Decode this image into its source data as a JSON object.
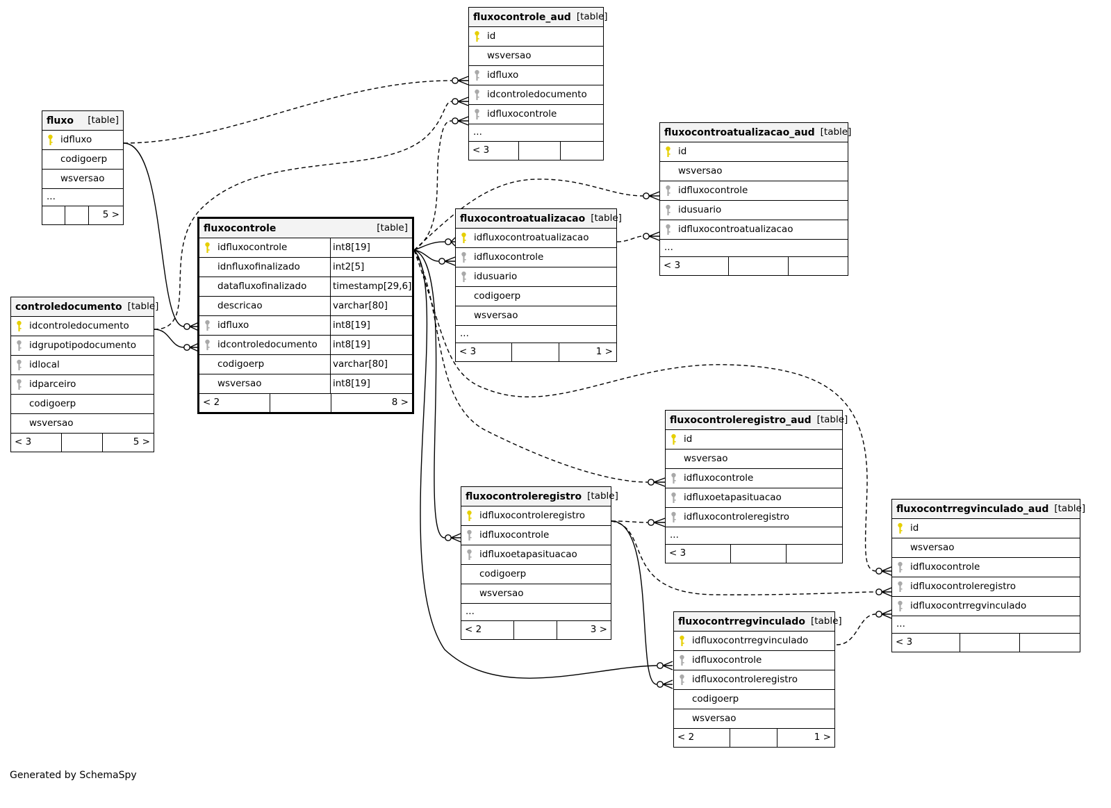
{
  "credit": "Generated by SchemaSpy",
  "icons": {
    "primary_key": "key-icon",
    "foreign_key": "key-icon"
  },
  "colors": {
    "primary_key": "#e6cf00",
    "foreign_key": "#a9a9a9",
    "header_bg": "#f3f3f3"
  },
  "tables": {
    "fluxocontrole_aud": {
      "name": "fluxocontrole_aud",
      "type": "[table]",
      "columns": [
        {
          "name": "id",
          "key": "pk"
        },
        {
          "name": "wsversao",
          "key": ""
        },
        {
          "name": "idfluxo",
          "key": "fk"
        },
        {
          "name": "idcontroledocumento",
          "key": "fk"
        },
        {
          "name": "idfluxocontrole",
          "key": "fk"
        }
      ],
      "more": "...",
      "footer": {
        "left": "< 3",
        "right": ""
      }
    },
    "fluxo": {
      "name": "fluxo",
      "type": "[table]",
      "columns": [
        {
          "name": "idfluxo",
          "key": "pk"
        },
        {
          "name": "codigoerp",
          "key": ""
        },
        {
          "name": "wsversao",
          "key": ""
        }
      ],
      "more": "...",
      "footer": {
        "left": "",
        "right": "5 >"
      }
    },
    "fluxocontroatualizacao_aud": {
      "name": "fluxocontroatualizacao_aud",
      "type": "[table]",
      "columns": [
        {
          "name": "id",
          "key": "pk"
        },
        {
          "name": "wsversao",
          "key": ""
        },
        {
          "name": "idfluxocontrole",
          "key": "fk"
        },
        {
          "name": "idusuario",
          "key": "fk"
        },
        {
          "name": "idfluxocontroatualizacao",
          "key": "fk"
        }
      ],
      "more": "...",
      "footer": {
        "left": "< 3",
        "right": ""
      }
    },
    "fluxocontrole": {
      "name": "fluxocontrole",
      "type": "[table]",
      "columns": [
        {
          "name": "idfluxocontrole",
          "key": "pk",
          "type": "int8[19]"
        },
        {
          "name": "idnfluxofinalizado",
          "key": "",
          "type": "int2[5]"
        },
        {
          "name": "datafluxofinalizado",
          "key": "",
          "type": "timestamp[29,6]"
        },
        {
          "name": "descricao",
          "key": "",
          "type": "varchar[80]"
        },
        {
          "name": "idfluxo",
          "key": "fk",
          "type": "int8[19]"
        },
        {
          "name": "idcontroledocumento",
          "key": "fk",
          "type": "int8[19]"
        },
        {
          "name": "codigoerp",
          "key": "",
          "type": "varchar[80]"
        },
        {
          "name": "wsversao",
          "key": "",
          "type": "int8[19]"
        }
      ],
      "footer": {
        "left": "< 2",
        "right": "8 >"
      }
    },
    "fluxocontroatualizacao": {
      "name": "fluxocontroatualizacao",
      "type": "[table]",
      "columns": [
        {
          "name": "idfluxocontroatualizacao",
          "key": "pk"
        },
        {
          "name": "idfluxocontrole",
          "key": "fk"
        },
        {
          "name": "idusuario",
          "key": "fk"
        },
        {
          "name": "codigoerp",
          "key": ""
        },
        {
          "name": "wsversao",
          "key": ""
        }
      ],
      "more": "...",
      "footer": {
        "left": "< 3",
        "right": "1 >"
      }
    },
    "controledocumento": {
      "name": "controledocumento",
      "type": "[table]",
      "columns": [
        {
          "name": "idcontroledocumento",
          "key": "pk"
        },
        {
          "name": "idgrupotipodocumento",
          "key": "fk"
        },
        {
          "name": "idlocal",
          "key": "fk"
        },
        {
          "name": "idparceiro",
          "key": "fk"
        },
        {
          "name": "codigoerp",
          "key": ""
        },
        {
          "name": "wsversao",
          "key": ""
        }
      ],
      "footer": {
        "left": "< 3",
        "right": "5 >"
      }
    },
    "fluxocontroleregistro_aud": {
      "name": "fluxocontroleregistro_aud",
      "type": "[table]",
      "columns": [
        {
          "name": "id",
          "key": "pk"
        },
        {
          "name": "wsversao",
          "key": ""
        },
        {
          "name": "idfluxocontrole",
          "key": "fk"
        },
        {
          "name": "idfluxoetapasituacao",
          "key": "fk"
        },
        {
          "name": "idfluxocontroleregistro",
          "key": "fk"
        }
      ],
      "more": "...",
      "footer": {
        "left": "< 3",
        "right": ""
      }
    },
    "fluxocontroleregistro": {
      "name": "fluxocontroleregistro",
      "type": "[table]",
      "columns": [
        {
          "name": "idfluxocontroleregistro",
          "key": "pk"
        },
        {
          "name": "idfluxocontrole",
          "key": "fk"
        },
        {
          "name": "idfluxoetapasituacao",
          "key": "fk"
        },
        {
          "name": "codigoerp",
          "key": ""
        },
        {
          "name": "wsversao",
          "key": ""
        }
      ],
      "more": "...",
      "footer": {
        "left": "< 2",
        "right": "3 >"
      }
    },
    "fluxocontrregvinculado_aud": {
      "name": "fluxocontrregvinculado_aud",
      "type": "[table]",
      "columns": [
        {
          "name": "id",
          "key": "pk"
        },
        {
          "name": "wsversao",
          "key": ""
        },
        {
          "name": "idfluxocontrole",
          "key": "fk"
        },
        {
          "name": "idfluxocontroleregistro",
          "key": "fk"
        },
        {
          "name": "idfluxocontrregvinculado",
          "key": "fk"
        }
      ],
      "more": "...",
      "footer": {
        "left": "< 3",
        "right": ""
      }
    },
    "fluxocontrregvinculado": {
      "name": "fluxocontrregvinculado",
      "type": "[table]",
      "columns": [
        {
          "name": "idfluxocontrregvinculado",
          "key": "pk"
        },
        {
          "name": "idfluxocontrole",
          "key": "fk"
        },
        {
          "name": "idfluxocontroleregistro",
          "key": "fk"
        },
        {
          "name": "codigoerp",
          "key": ""
        },
        {
          "name": "wsversao",
          "key": ""
        }
      ],
      "footer": {
        "left": "< 2",
        "right": "1 >"
      }
    }
  }
}
